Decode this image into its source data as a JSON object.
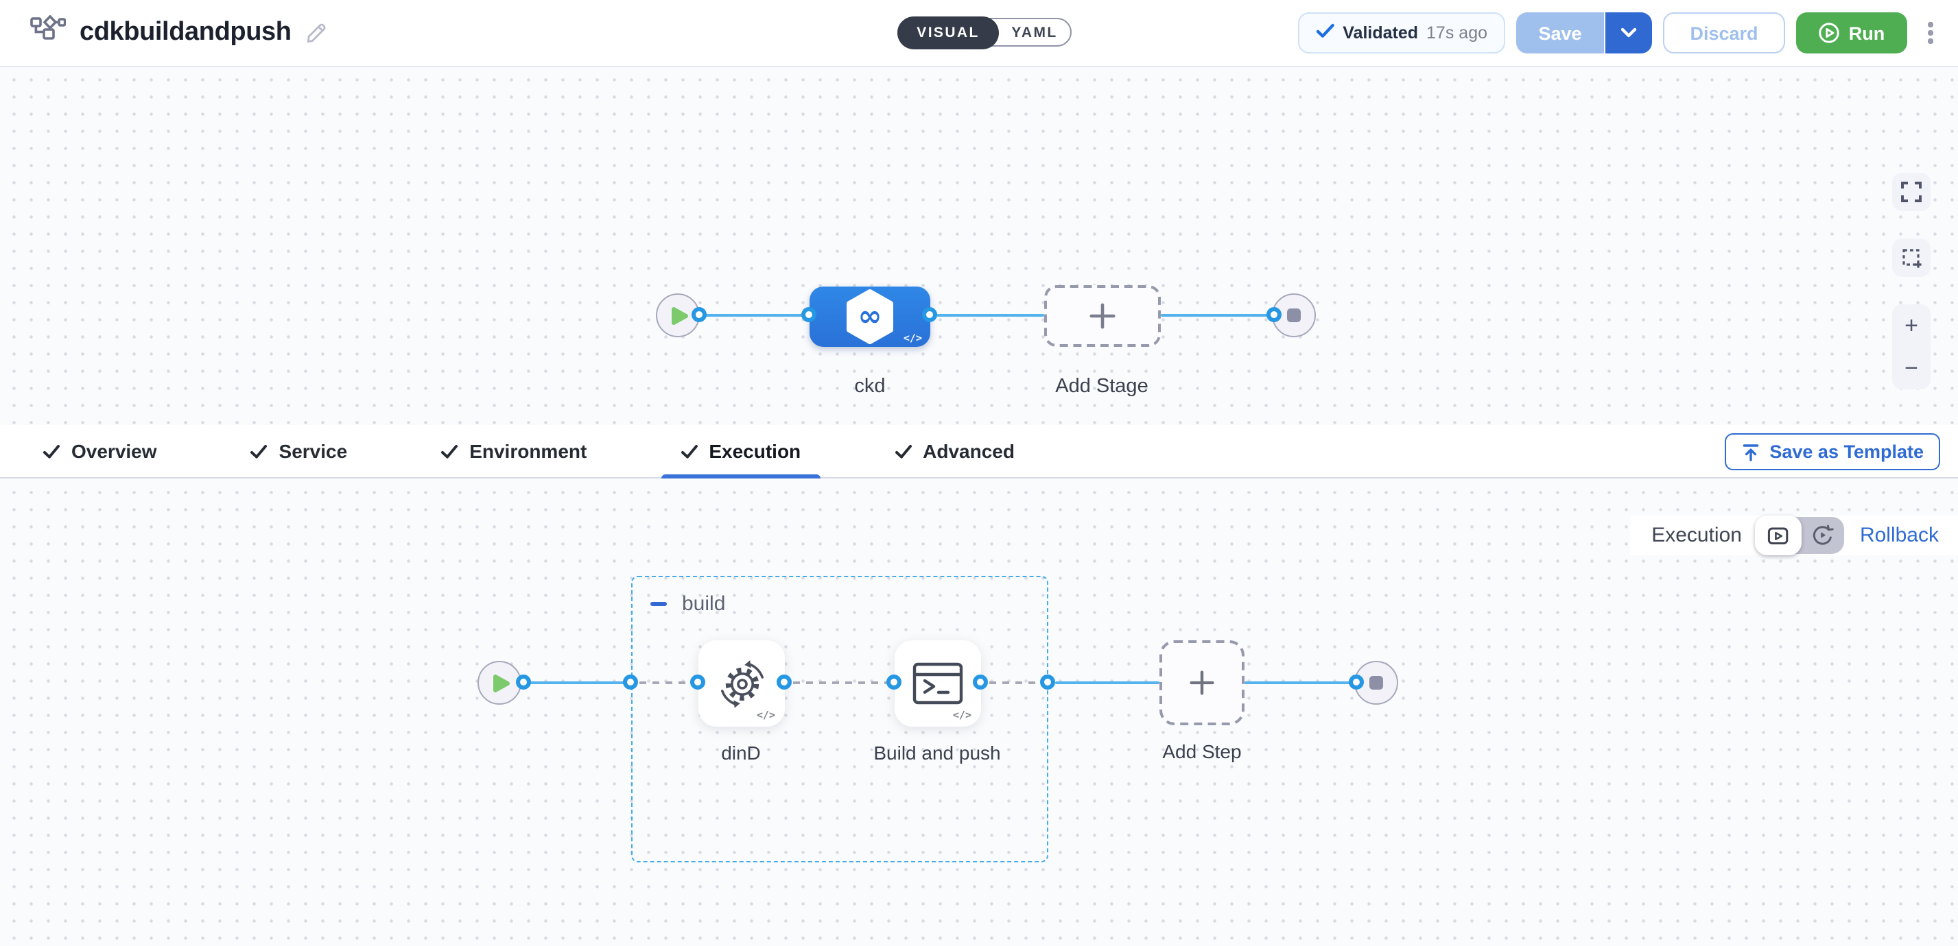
{
  "header": {
    "title": "cdkbuildandpush",
    "mode_toggle": {
      "visual": "VISUAL",
      "yaml": "YAML",
      "selected": "VISUAL"
    },
    "validated": {
      "label": "Validated",
      "time_ago": "17s ago"
    },
    "save_label": "Save",
    "discard_label": "Discard",
    "run_label": "Run"
  },
  "stage_canvas": {
    "stage_name": "ckd",
    "add_stage_label": "Add Stage"
  },
  "tabs": {
    "items": [
      {
        "label": "Overview"
      },
      {
        "label": "Service"
      },
      {
        "label": "Environment"
      },
      {
        "label": "Execution"
      },
      {
        "label": "Advanced"
      }
    ],
    "active": "Execution",
    "save_as_template_label": "Save as Template"
  },
  "execution": {
    "view_label": "Execution",
    "rollback_label": "Rollback",
    "group_label": "build",
    "steps": [
      {
        "label": "dinD"
      },
      {
        "label": "Build and push"
      }
    ],
    "add_step_label": "Add Step"
  },
  "colors": {
    "primary_blue": "#2f6bd3",
    "stage_node_blue": "#2c7be0",
    "connector_blue": "#54b2ef",
    "port_blue": "#2697e3",
    "group_border_blue": "#47abe8",
    "run_green": "#4fae52",
    "start_play_green": "#7cca6c",
    "save_disabled_blue": "#9fc0ed",
    "toggle_dark": "#363b49"
  }
}
